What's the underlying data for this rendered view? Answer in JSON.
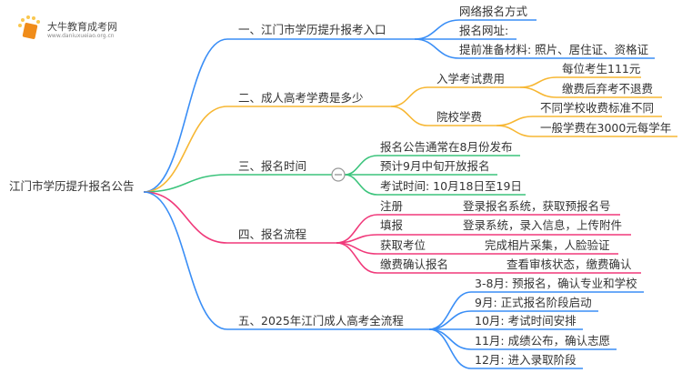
{
  "logo": {
    "title": "大牛教育成考网",
    "url": "www.daniuxueiao.org.cn"
  },
  "root": "江门市学历提升报名公告",
  "colors": {
    "b1": "#3a8ef6",
    "b2": "#f7b733",
    "b3": "#3cc47c",
    "b4": "#f0397a",
    "b5": "#3a8ef6"
  },
  "branches": [
    {
      "label": "一、江门市学历提升报考入口",
      "children": [
        "网络报名方式",
        "报名网址:",
        "提前准备材料: 照片、居住证、资格证"
      ]
    },
    {
      "label": "二、成人高考学费是多少",
      "children": [
        {
          "label": "入学考试费用",
          "children": [
            "每位考生111元",
            "缴费后弃考不退费"
          ]
        },
        {
          "label": "院校学费",
          "children": [
            "不同学校收费标准不同",
            "一般学费在3000元每学年"
          ]
        }
      ]
    },
    {
      "label": "三、报名时间",
      "collapse_symbol": "−",
      "children": [
        "报名公告通常在8月份发布",
        "预计9月中旬开放报名",
        "考试时间: 10月18日至19日"
      ]
    },
    {
      "label": "四、报名流程",
      "children": [
        {
          "label": "注册",
          "detail": "登录报名系统，获取预报名号"
        },
        {
          "label": "填报",
          "detail": "登录系统，录入信息，上传附件"
        },
        {
          "label": "获取考位",
          "detail": "完成相片采集，人脸验证"
        },
        {
          "label": "缴费确认报名",
          "detail": "查看审核状态，缴费确认"
        }
      ]
    },
    {
      "label": "五、2025年江门成人高考全流程",
      "children": [
        "3-8月: 预报名，确认专业和学校",
        "9月: 正式报名阶段启动",
        "10月: 考试时间安排",
        "11月: 成绩公布，确认志愿",
        "12月: 进入录取阶段"
      ]
    }
  ]
}
